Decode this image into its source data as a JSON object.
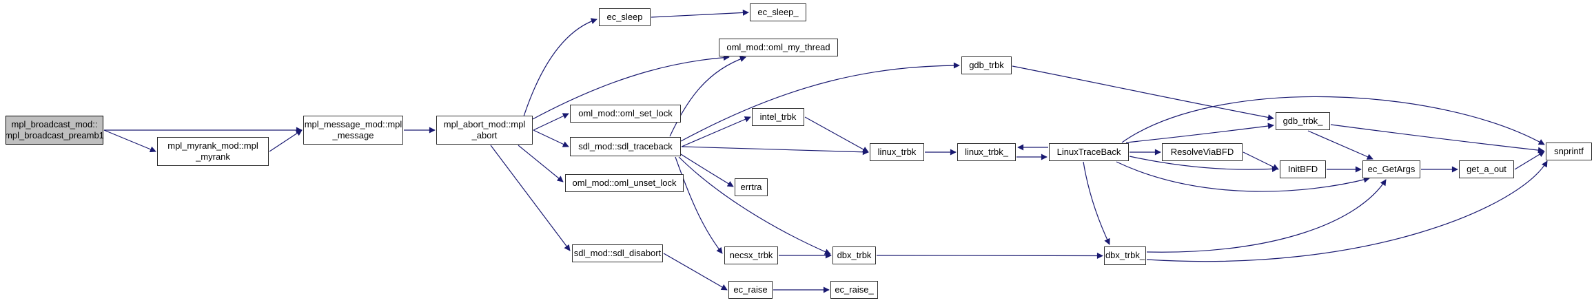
{
  "graph": {
    "title": "call graph",
    "nodes": [
      {
        "id": "mpl_broadcast_preamb1",
        "label": "mpl_broadcast_mod::\nmpl_broadcast_preamb1",
        "highlighted": true
      },
      {
        "id": "mpl_myrank",
        "label": "mpl_myrank_mod::mpl\n_myrank",
        "highlighted": false
      },
      {
        "id": "mpl_message",
        "label": "mpl_message_mod::mpl\n_message",
        "highlighted": false
      },
      {
        "id": "mpl_abort",
        "label": "mpl_abort_mod::mpl\n_abort",
        "highlighted": false
      },
      {
        "id": "ec_sleep",
        "label": "ec_sleep",
        "highlighted": false
      },
      {
        "id": "ec_sleep_",
        "label": "ec_sleep_",
        "highlighted": false
      },
      {
        "id": "oml_my_thread",
        "label": "oml_mod::oml_my_thread",
        "highlighted": false
      },
      {
        "id": "oml_set_lock",
        "label": "oml_mod::oml_set_lock",
        "highlighted": false
      },
      {
        "id": "sdl_traceback",
        "label": "sdl_mod::sdl_traceback",
        "highlighted": false
      },
      {
        "id": "oml_unset_lock",
        "label": "oml_mod::oml_unset_lock",
        "highlighted": false
      },
      {
        "id": "sdl_disabort",
        "label": "sdl_mod::sdl_disabort",
        "highlighted": false
      },
      {
        "id": "gdb_trbk",
        "label": "gdb_trbk",
        "highlighted": false
      },
      {
        "id": "intel_trbk",
        "label": "intel_trbk",
        "highlighted": false
      },
      {
        "id": "errtra",
        "label": "errtra",
        "highlighted": false
      },
      {
        "id": "linux_trbk",
        "label": "linux_trbk",
        "highlighted": false
      },
      {
        "id": "linux_trbk_",
        "label": "linux_trbk_",
        "highlighted": false
      },
      {
        "id": "LinuxTraceBack",
        "label": "LinuxTraceBack",
        "highlighted": false
      },
      {
        "id": "ResolveViaBFD",
        "label": "ResolveViaBFD",
        "highlighted": false
      },
      {
        "id": "gdb_trbk_",
        "label": "gdb_trbk_",
        "highlighted": false
      },
      {
        "id": "InitBFD",
        "label": "InitBFD",
        "highlighted": false
      },
      {
        "id": "ec_GetArgs",
        "label": "ec_GetArgs",
        "highlighted": false
      },
      {
        "id": "get_a_out",
        "label": "get_a_out",
        "highlighted": false
      },
      {
        "id": "snprintf",
        "label": "snprintf",
        "highlighted": false
      },
      {
        "id": "necsx_trbk",
        "label": "necsx_trbk",
        "highlighted": false
      },
      {
        "id": "dbx_trbk",
        "label": "dbx_trbk",
        "highlighted": false
      },
      {
        "id": "dbx_trbk_",
        "label": "dbx_trbk_",
        "highlighted": false
      },
      {
        "id": "ec_raise",
        "label": "ec_raise",
        "highlighted": false
      },
      {
        "id": "ec_raise_",
        "label": "ec_raise_",
        "highlighted": false
      }
    ],
    "edges": [
      {
        "from": "mpl_broadcast_preamb1",
        "to": "mpl_message"
      },
      {
        "from": "mpl_broadcast_preamb1",
        "to": "mpl_myrank"
      },
      {
        "from": "mpl_myrank",
        "to": "mpl_message"
      },
      {
        "from": "mpl_message",
        "to": "mpl_abort"
      },
      {
        "from": "mpl_abort",
        "to": "ec_sleep"
      },
      {
        "from": "mpl_abort",
        "to": "oml_my_thread"
      },
      {
        "from": "mpl_abort",
        "to": "oml_set_lock"
      },
      {
        "from": "mpl_abort",
        "to": "sdl_traceback"
      },
      {
        "from": "mpl_abort",
        "to": "oml_unset_lock"
      },
      {
        "from": "mpl_abort",
        "to": "sdl_disabort"
      },
      {
        "from": "ec_sleep",
        "to": "ec_sleep_"
      },
      {
        "from": "sdl_traceback",
        "to": "oml_my_thread"
      },
      {
        "from": "sdl_traceback",
        "to": "gdb_trbk"
      },
      {
        "from": "sdl_traceback",
        "to": "intel_trbk"
      },
      {
        "from": "sdl_traceback",
        "to": "linux_trbk"
      },
      {
        "from": "sdl_traceback",
        "to": "errtra"
      },
      {
        "from": "sdl_traceback",
        "to": "necsx_trbk"
      },
      {
        "from": "sdl_traceback",
        "to": "dbx_trbk"
      },
      {
        "from": "intel_trbk",
        "to": "linux_trbk"
      },
      {
        "from": "linux_trbk",
        "to": "linux_trbk_"
      },
      {
        "from": "linux_trbk_",
        "to": "LinuxTraceBack"
      },
      {
        "from": "LinuxTraceBack",
        "to": "linux_trbk_"
      },
      {
        "from": "LinuxTraceBack",
        "to": "ResolveViaBFD"
      },
      {
        "from": "LinuxTraceBack",
        "to": "gdb_trbk_"
      },
      {
        "from": "LinuxTraceBack",
        "to": "InitBFD"
      },
      {
        "from": "LinuxTraceBack",
        "to": "ec_GetArgs"
      },
      {
        "from": "LinuxTraceBack",
        "to": "dbx_trbk_"
      },
      {
        "from": "LinuxTraceBack",
        "to": "snprintf"
      },
      {
        "from": "ResolveViaBFD",
        "to": "InitBFD"
      },
      {
        "from": "InitBFD",
        "to": "ec_GetArgs"
      },
      {
        "from": "gdb_trbk",
        "to": "gdb_trbk_"
      },
      {
        "from": "gdb_trbk_",
        "to": "ec_GetArgs"
      },
      {
        "from": "gdb_trbk_",
        "to": "snprintf"
      },
      {
        "from": "ec_GetArgs",
        "to": "get_a_out"
      },
      {
        "from": "get_a_out",
        "to": "snprintf"
      },
      {
        "from": "necsx_trbk",
        "to": "dbx_trbk"
      },
      {
        "from": "dbx_trbk",
        "to": "dbx_trbk_"
      },
      {
        "from": "dbx_trbk_",
        "to": "ec_GetArgs"
      },
      {
        "from": "dbx_trbk_",
        "to": "snprintf"
      },
      {
        "from": "sdl_disabort",
        "to": "ec_raise"
      },
      {
        "from": "ec_raise",
        "to": "ec_raise_"
      }
    ]
  },
  "colors": {
    "edge": "#191970",
    "node_fill": "#ffffff",
    "node_border": "#2e2e2e",
    "highlight_fill": "#bfbfbf",
    "background": "#ffffff"
  }
}
